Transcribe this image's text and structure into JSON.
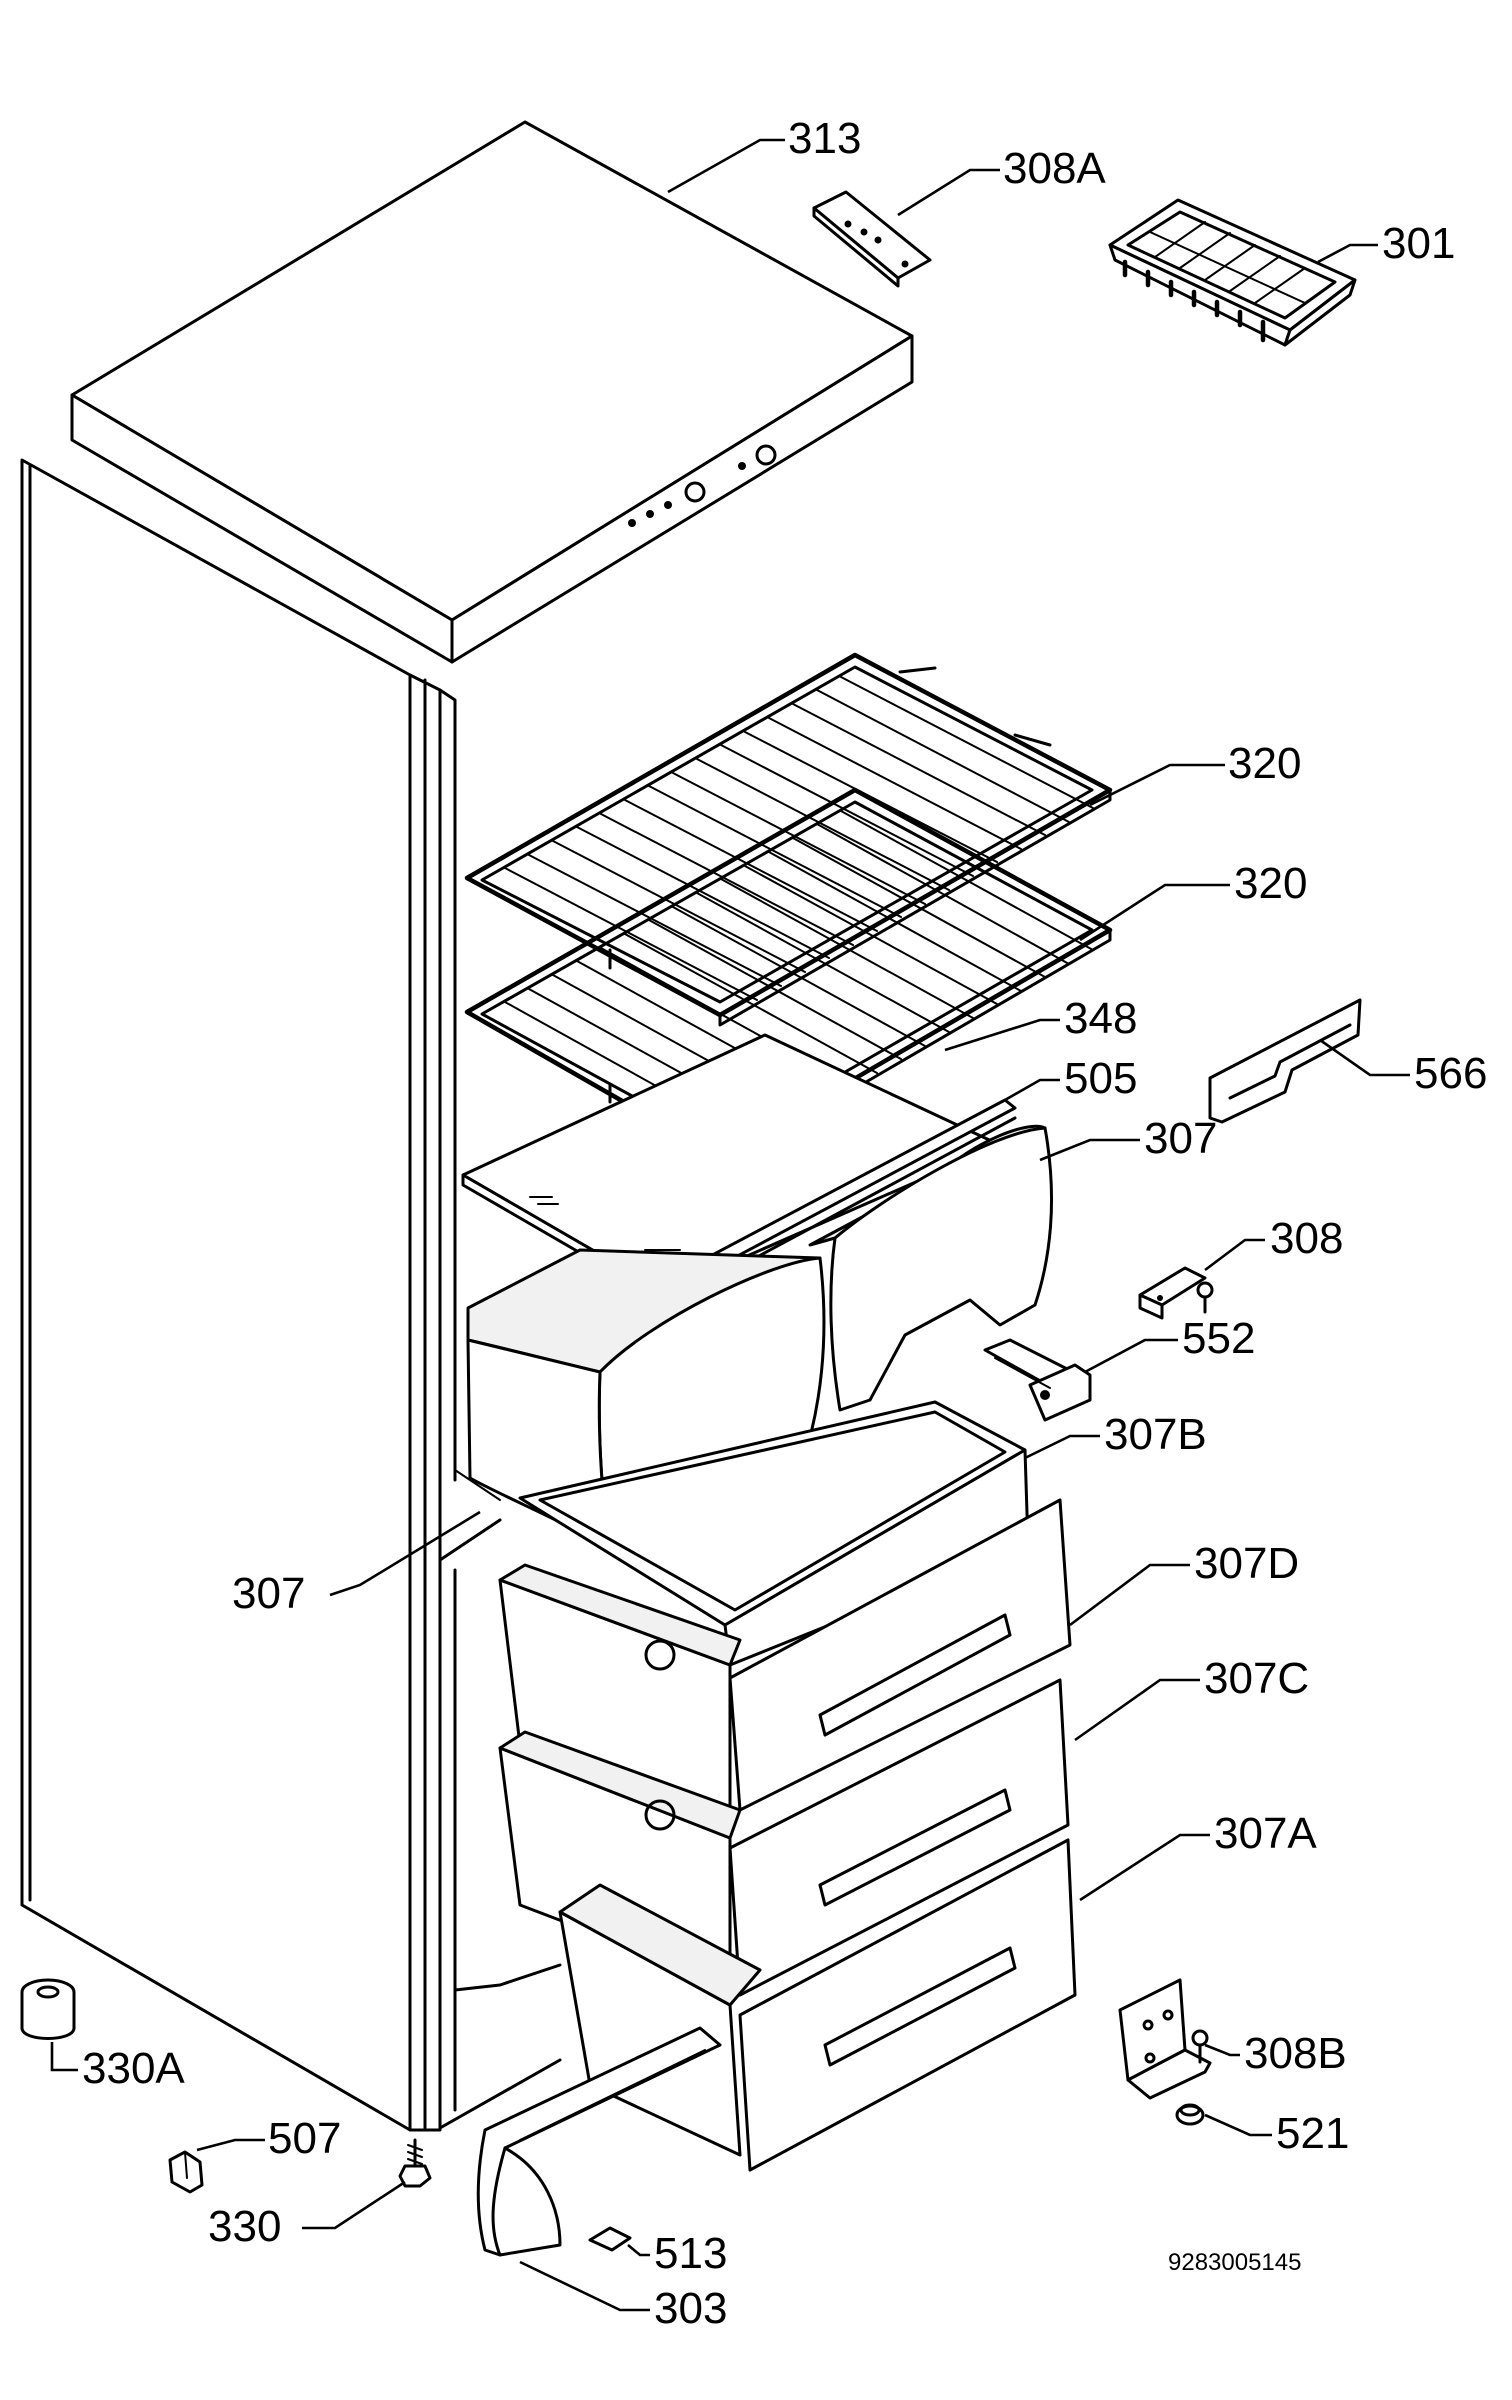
{
  "parts": {
    "p313": "313",
    "p308a": "308A",
    "p301": "301",
    "p320a": "320",
    "p320b": "320",
    "p348": "348",
    "p566": "566",
    "p505": "505",
    "p307a": "307",
    "p308": "308",
    "p552": "552",
    "p307b": "307B",
    "p307l": "307",
    "p307d": "307D",
    "p307c": "307C",
    "p307aa": "307A",
    "p330a": "330A",
    "p308b": "308B",
    "p507": "507",
    "p521": "521",
    "p330": "330",
    "p513": "513",
    "p303": "303"
  },
  "drawing_code": "9283005145"
}
